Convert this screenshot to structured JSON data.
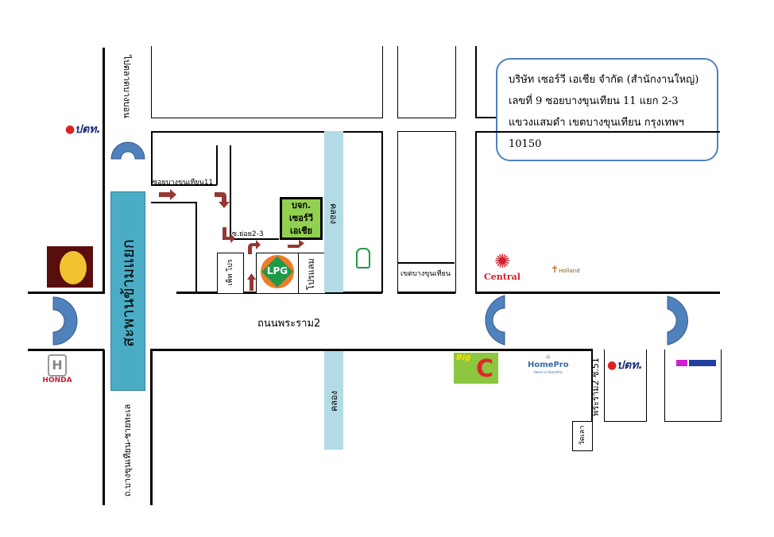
{
  "address": {
    "line1": "บริษัท เซอร์วี เอเชีย จำกัด (สำนักงานใหญ่)",
    "line2": "เลขที่ 9   ซอยบางขุนเทียน 11   แยก 2-3",
    "line3": "แขวงแสมดำ  เขตบางขุนเทียน  กรุงเทพฯ",
    "line4": "10150"
  },
  "roads": {
    "to_market": "ไปตลาดบางบอน",
    "bang_khun_thian_road": "ถ.บางขุนเทียน-ชายทะเล",
    "flyover": "สะพานข้ามแยก",
    "rama2": "ถนนพระราม2",
    "soi11": "ซอยบางขุนเทียน11",
    "soi2_3": "ซ.ย่อย2-3",
    "rama2_soi51": "พระราม2 ซ.51"
  },
  "places": {
    "company": "บจก.\nเซอร์วี\nเอเชีย",
    "company_l1": "บจก.",
    "company_l2": "เซอร์วี",
    "company_l3": "เอเชีย",
    "petpro": "เพ็ท โปร",
    "prolam": "โปรแลม",
    "canal": "คลอง",
    "district_office": "เขตบางขุนเทียน",
    "wat": "วัดเลา",
    "lpg": "LPG",
    "ptt": "ปตท.",
    "central": "Central",
    "bigc_big": "Big",
    "bigc_c": "C",
    "homepro": "HomePro",
    "homepro_tag": "Home is HomePro",
    "honda": "HONDA",
    "holland": "Holland"
  },
  "colors": {
    "flyover": "#4bacc6",
    "canal": "#b3dbe6",
    "arch": "#4f81bd",
    "arrow": "#953735",
    "company_fill": "#92d050",
    "address_border": "#4f81bd"
  }
}
